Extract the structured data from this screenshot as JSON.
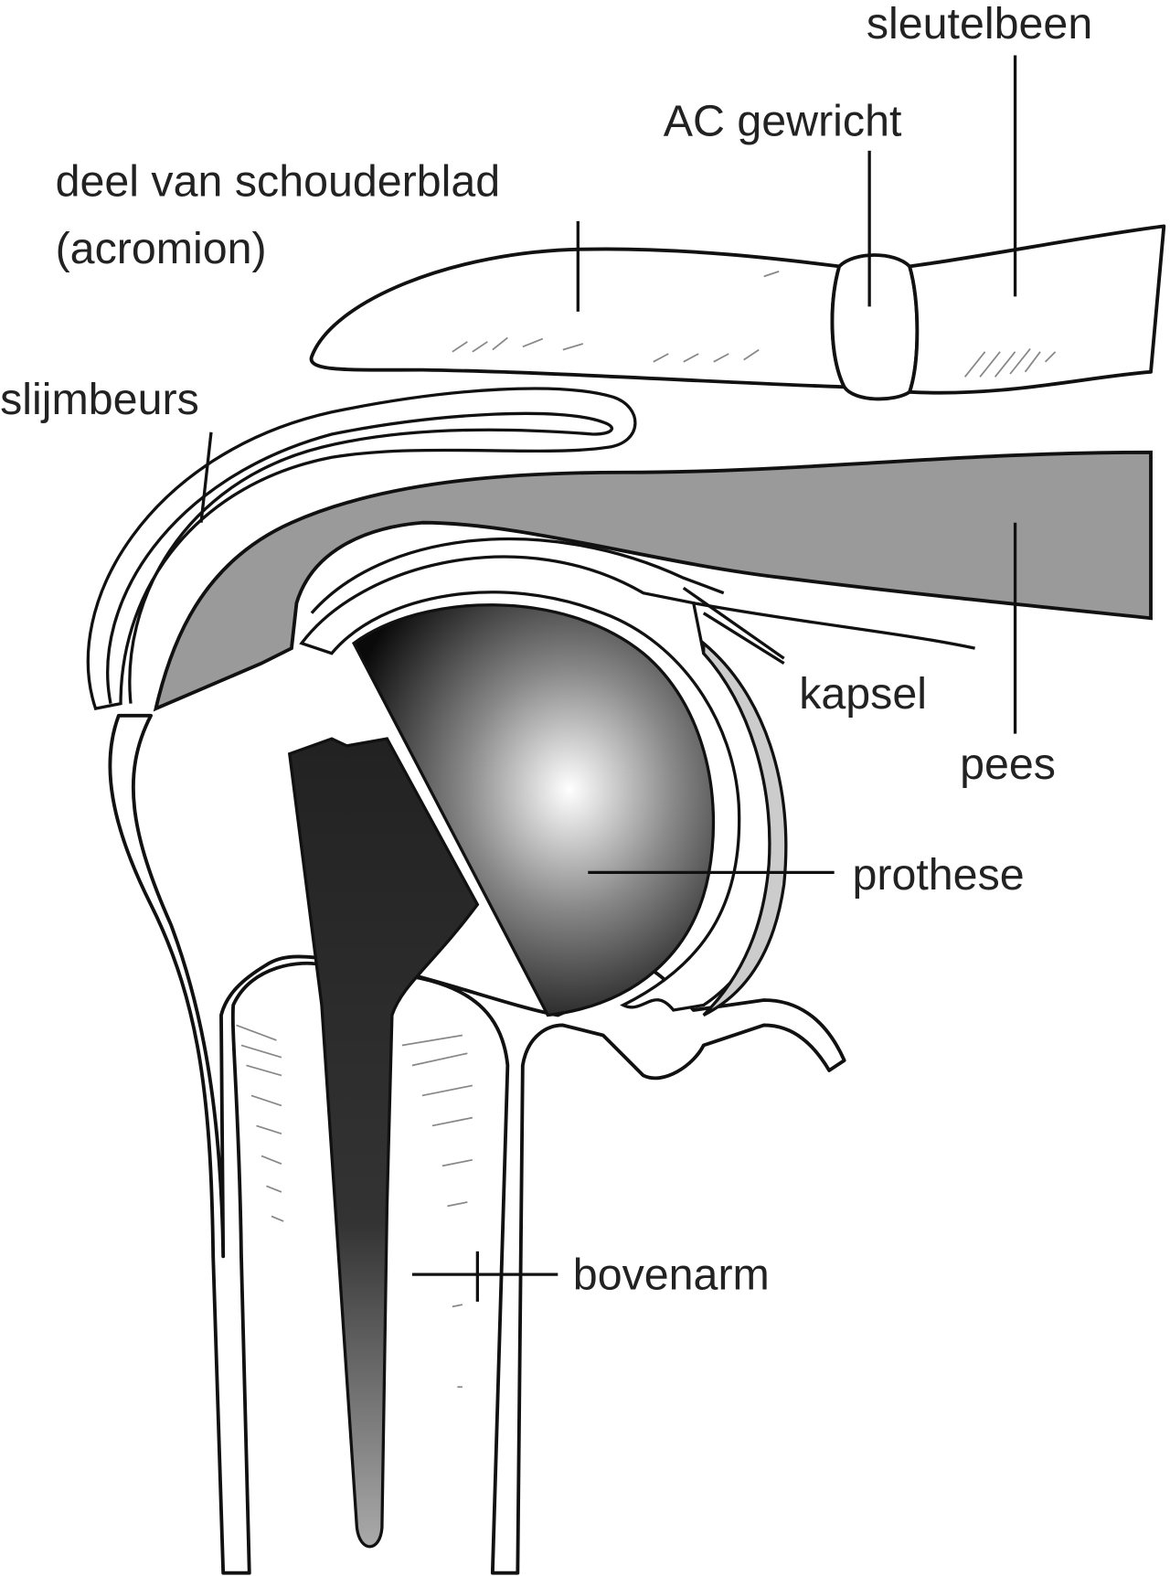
{
  "diagram": {
    "labels": {
      "clavicle": "sleutelbeen",
      "ac_joint": "AC gewricht",
      "acromion_line1": "deel van schouderblad",
      "acromion_line2": "(acromion)",
      "bursa": "slijmbeurs",
      "capsule": "kapsel",
      "tendon": "pees",
      "prosthesis": "prothese",
      "upper_arm": "bovenarm"
    },
    "colors": {
      "tendon_fill": "#9a9a9a",
      "prosthesis_dark": "#111111",
      "prosthesis_highlight": "#ffffff",
      "outline": "#111111"
    }
  }
}
